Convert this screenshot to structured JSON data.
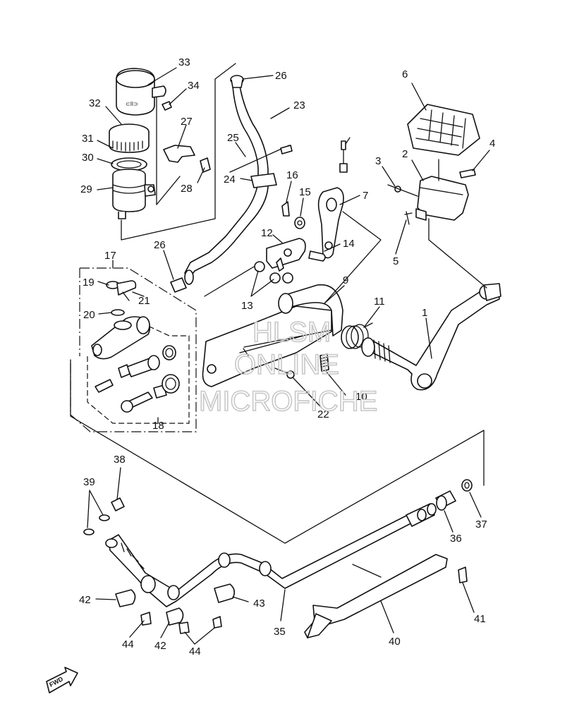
{
  "watermark": {
    "line1": "HLSM",
    "line2": "ONLINE",
    "line3": "MICROFICHE"
  },
  "callouts": {
    "n1": "1",
    "n2": "2",
    "n3": "3",
    "n4": "4",
    "n5": "5",
    "n6": "6",
    "n7": "7",
    "n9": "9",
    "n10": "10",
    "n11": "11",
    "n12": "12",
    "n13": "13",
    "n14": "14",
    "n15": "15",
    "n16": "16",
    "n17": "17",
    "n18": "18",
    "n19": "19",
    "n20": "20",
    "n21": "21",
    "n22": "22",
    "n23": "23",
    "n24": "24",
    "n25": "25",
    "n26a": "26",
    "n26b": "26",
    "n27": "27",
    "n28": "28",
    "n29": "29",
    "n30": "30",
    "n31": "31",
    "n32": "32",
    "n33": "33",
    "n34": "34",
    "n35": "35",
    "n36": "36",
    "n37": "37",
    "n38": "38",
    "n39": "39",
    "n40": "40",
    "n41": "41",
    "n42a": "42",
    "n42b": "42",
    "n43": "43",
    "n44a": "44",
    "n44b": "44"
  },
  "fwd_badge": "FWD"
}
